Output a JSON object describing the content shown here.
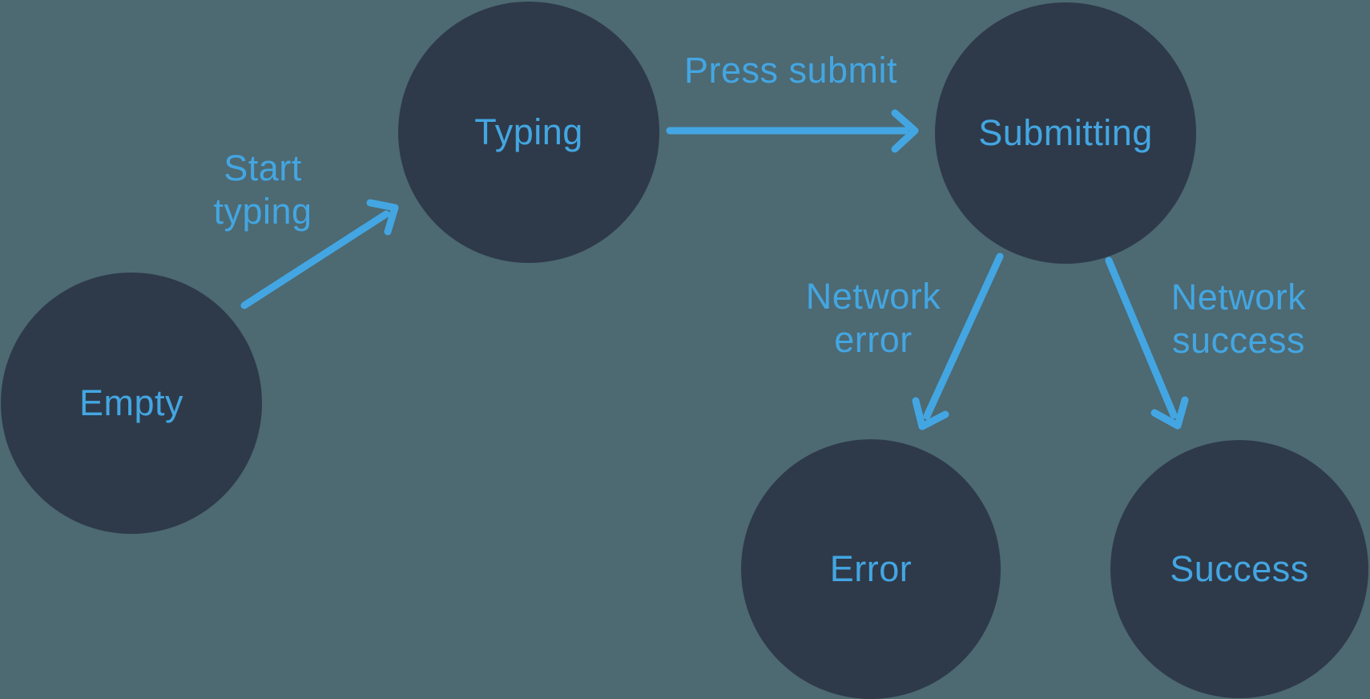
{
  "diagram": {
    "nodes": [
      {
        "id": "empty",
        "label": "Empty"
      },
      {
        "id": "typing",
        "label": "Typing"
      },
      {
        "id": "submitting",
        "label": "Submitting"
      },
      {
        "id": "error",
        "label": "Error"
      },
      {
        "id": "success",
        "label": "Success"
      }
    ],
    "edges": [
      {
        "from": "empty",
        "to": "typing",
        "label": "Start typing"
      },
      {
        "from": "typing",
        "to": "submitting",
        "label": "Press submit"
      },
      {
        "from": "submitting",
        "to": "error",
        "label": "Network error"
      },
      {
        "from": "submitting",
        "to": "success",
        "label": "Network success"
      }
    ],
    "colors": {
      "background": "#4D6972",
      "node_fill": "#2E3A49",
      "accent": "#43A6E2"
    }
  }
}
